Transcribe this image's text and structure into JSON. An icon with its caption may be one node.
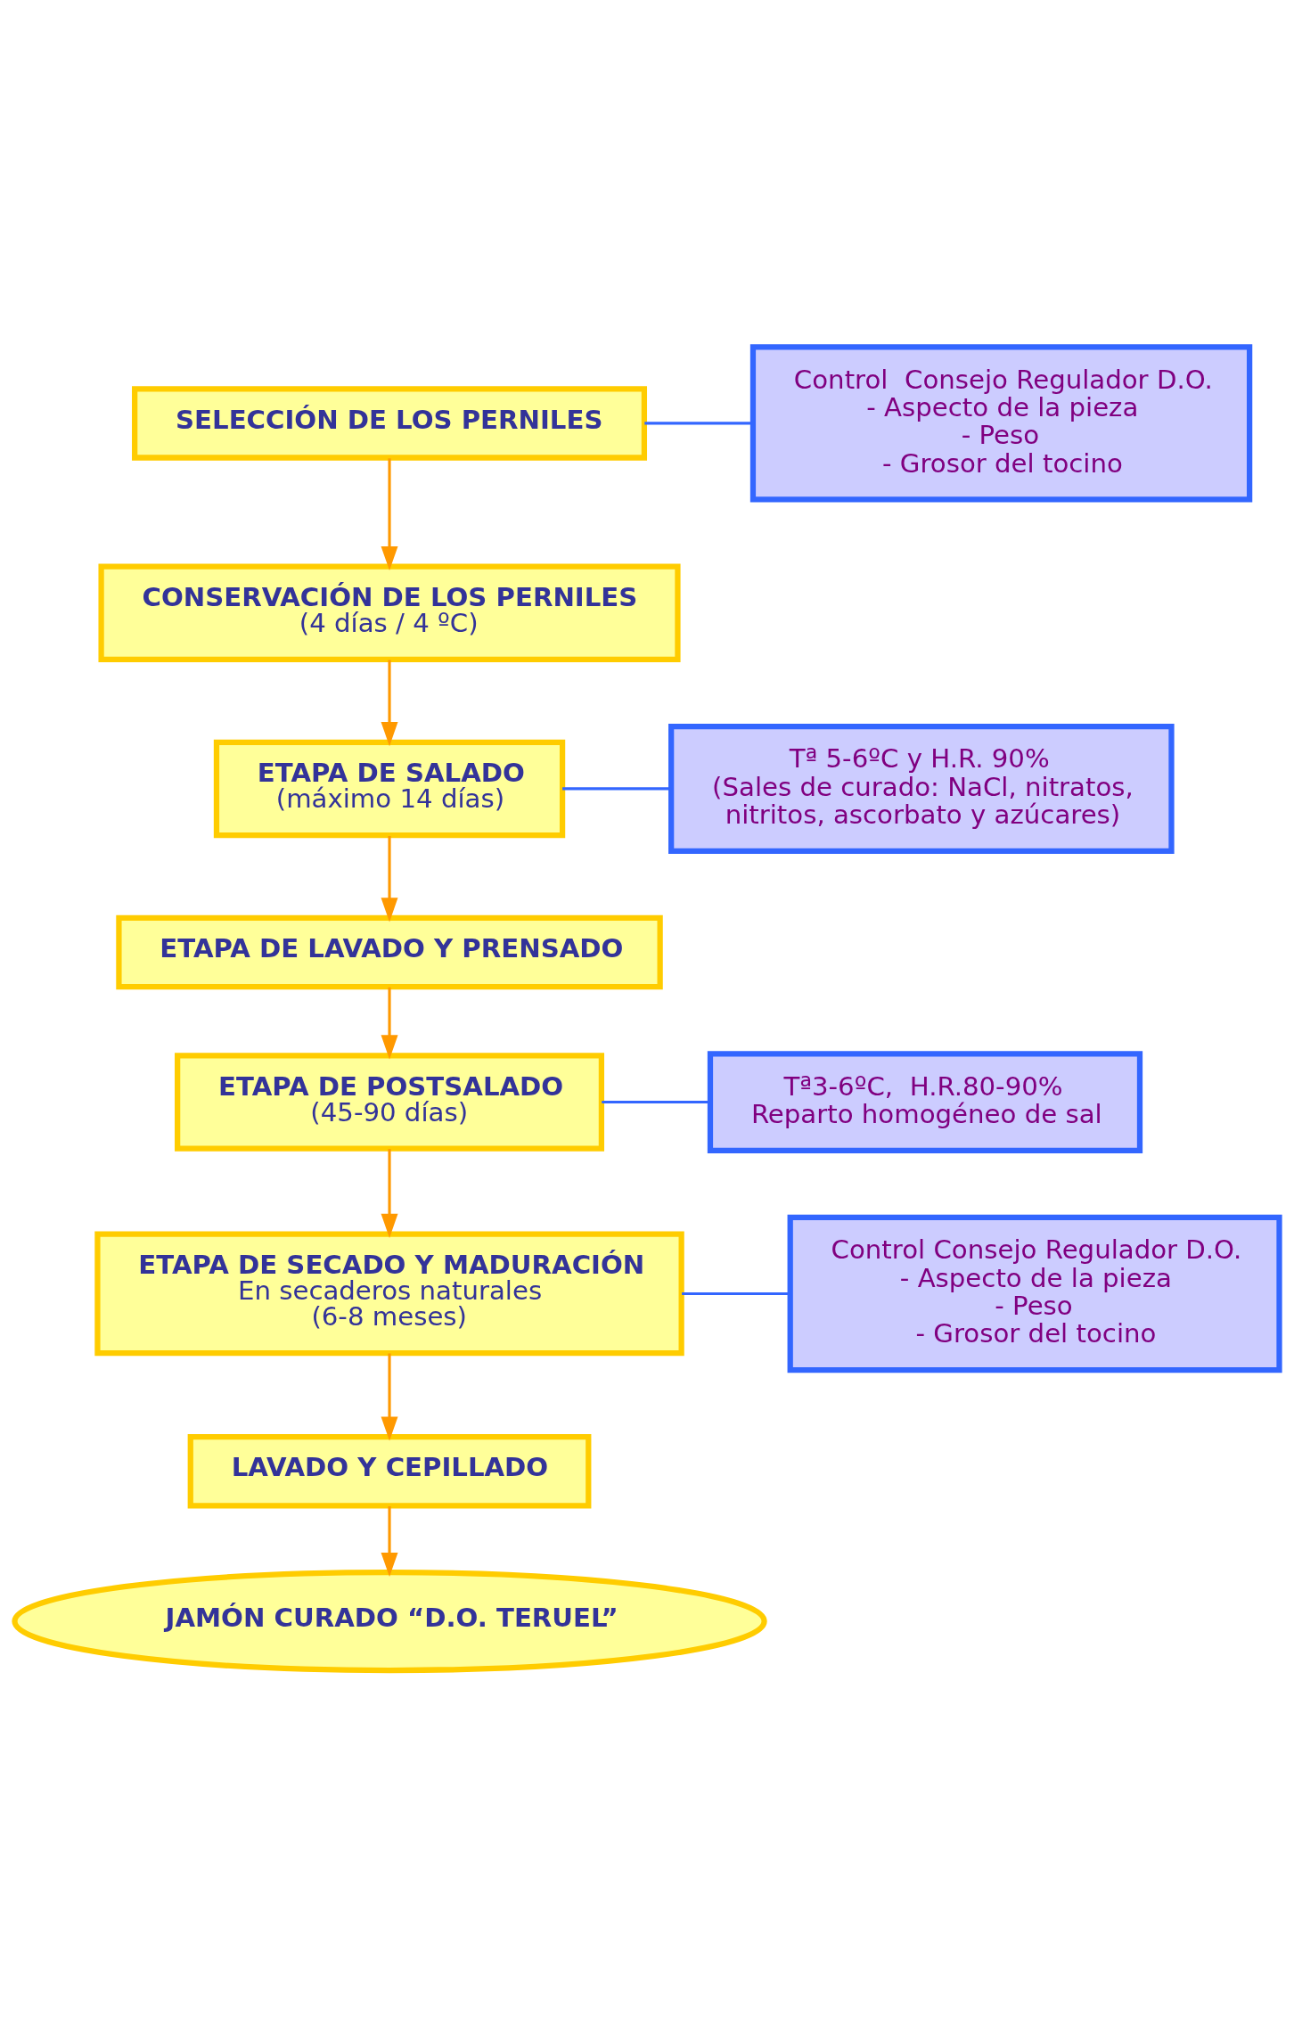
{
  "diagram": {
    "nodes": [
      {
        "text": [
          "SELECCIÓN DE LOS PERNILES"
        ]
      },
      {
        "text": [
          "Control  Consejo Regulador D.O.",
          "- Aspecto de la pieza",
          "- Peso",
          "- Grosor del tocino"
        ]
      },
      {
        "text": [
          "CONSERVACIÓN DE LOS PERNILES",
          "(4 días / 4 ºC)"
        ]
      },
      {
        "text": [
          "ETAPA DE SALADO",
          "(máximo 14 días)"
        ]
      },
      {
        "text": [
          "Tª 5-6ºC y H.R. 90%",
          "(Sales de curado: NaCl, nitratos, nitritos, ascorbato y azúcares)"
        ]
      },
      {
        "text": [
          "ETAPA DE LAVADO Y PRENSADO"
        ]
      },
      {
        "text": [
          "ETAPA DE POSTSALADO",
          "(45-90 días)"
        ]
      },
      {
        "text": [
          "Tª3-6ºC,  H.R.80-90%",
          "Reparto homogéneo de sal"
        ]
      },
      {
        "text": [
          "ETAPA DE SECADO Y MADURACIÓN",
          "En secaderos naturales",
          "(6-8 meses)"
        ]
      },
      {
        "text": [
          "Control Consejo Regulador D.O.",
          "- Aspecto de la pieza",
          "- Peso",
          "- Grosor del tocino"
        ]
      },
      {
        "text": [
          "LAVADO Y CEPILLADO"
        ]
      },
      {
        "text": [
          "JAMÓN CURADO “D.O. TERUEL”"
        ]
      }
    ],
    "edges": [
      {
        "from": 0,
        "to": 1,
        "arrow": "none",
        "color": "#3366ff"
      },
      {
        "from": 0,
        "to": 2,
        "arrow": "to"
      },
      {
        "from": 2,
        "to": 3,
        "arrow": "to"
      },
      {
        "from": 3,
        "to": 4,
        "arrow": "none",
        "color": "#3366ff"
      },
      {
        "from": 3,
        "to": 5,
        "arrow": "to"
      },
      {
        "from": 5,
        "to": 6,
        "arrow": "to"
      },
      {
        "from": 6,
        "to": 7,
        "arrow": "none",
        "color": "#3366ff"
      },
      {
        "from": 6,
        "to": 8,
        "arrow": "to"
      },
      {
        "from": 8,
        "to": 9,
        "arrow": "none",
        "color": "#3366ff"
      },
      {
        "from": 8,
        "to": 10,
        "arrow": "to"
      },
      {
        "from": 10,
        "to": 11,
        "arrow": "to"
      }
    ]
  }
}
